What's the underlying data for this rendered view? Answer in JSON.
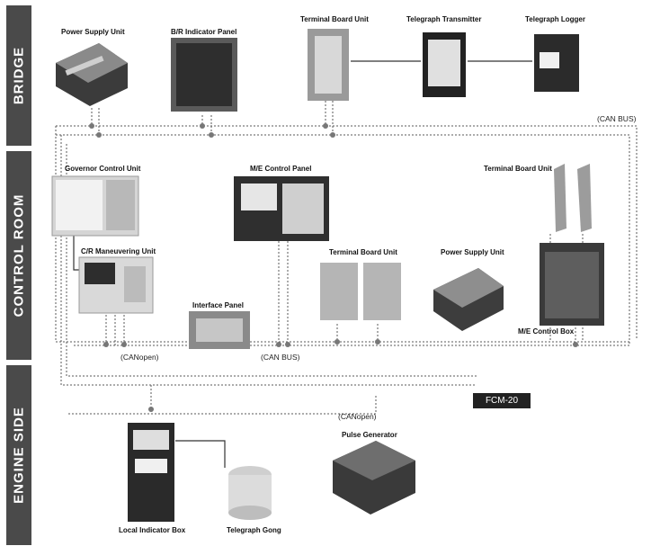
{
  "sections": {
    "bridge": "BRIDGE",
    "control_room": "CONTROL ROOM",
    "engine_side": "ENGINE SIDE"
  },
  "devices": {
    "power_supply_bridge": "Power Supply Unit",
    "br_indicator": "B/R Indicator Panel",
    "terminal_board_bridge": "Terminal Board Unit",
    "telegraph_transmitter": "Telegraph Transmitter",
    "telegraph_logger": "Telegraph Logger",
    "governor_control": "Governor Control Unit",
    "me_control_panel": "M/E Control Panel",
    "terminal_board_top": "Terminal Board Unit",
    "cr_maneuvering": "C/R Maneuvering Unit",
    "terminal_board_mid": "Terminal Board Unit",
    "power_supply_cr": "Power Supply Unit",
    "interface_panel": "Interface Panel",
    "me_control_box": "M/E Control Box",
    "local_indicator": "Local Indicator Box",
    "telegraph_gong": "Telegraph Gong",
    "pulse_generator": "Pulse Generator"
  },
  "buses": {
    "can_bus_top": "(CAN BUS)",
    "can_bus_mid": "(CAN BUS)",
    "canopen_left": "(CANopen)",
    "canopen_bottom": "(CANopen)",
    "fcm": "FCM-20"
  }
}
